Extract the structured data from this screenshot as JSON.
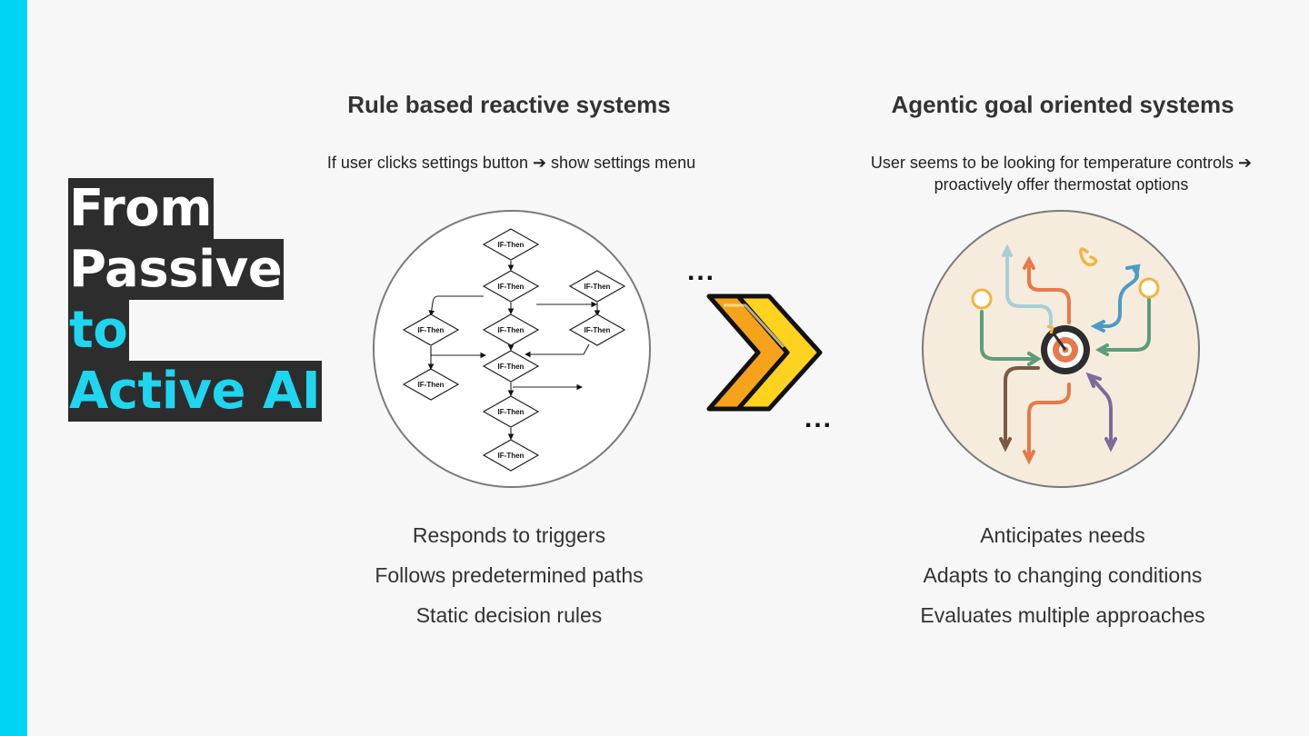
{
  "title": {
    "line1": "From",
    "line2": "Passive",
    "line3": "to",
    "line4": "Active AI"
  },
  "left_column": {
    "heading": "Rule based reactive systems",
    "example_line": "If user clicks settings button ➔ show settings menu",
    "node_label": "IF-Then",
    "bullets": [
      "Responds to triggers",
      "Follows predetermined paths",
      "Static decision rules"
    ]
  },
  "right_column": {
    "heading": "Agentic goal oriented systems",
    "example_line1": "User seems to be looking for temperature controls ➔",
    "example_line2": "proactively offer thermostat options",
    "bullets": [
      "Anticipates needs",
      "Adapts to changing conditions",
      "Evaluates multiple approaches"
    ]
  },
  "transition": {
    "ellipsis_top": "...",
    "ellipsis_bottom": "..."
  },
  "colors": {
    "accent": "#00d4f5",
    "title_bg": "#2d2d2d",
    "arrow_orange": "#f7a21b",
    "arrow_yellow": "#ffd21f"
  },
  "icons": {
    "transition": "double-chevron-right-icon",
    "goal": "target-icon"
  }
}
